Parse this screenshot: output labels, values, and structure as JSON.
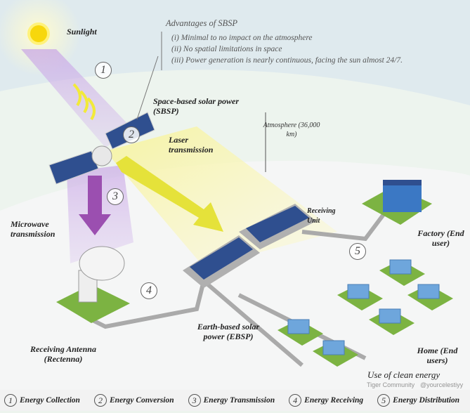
{
  "labels": {
    "sunlight": "Sunlight",
    "sbsp": "Space-based solar power (SBSP)",
    "laser": "Laser transmission",
    "atmosphere": "Atmosphere (36,000 km)",
    "microwave": "Microwave transmission",
    "receiving_unit": "Receiving Unit",
    "factory": "Factory (End user)",
    "ebsp": "Earth-based solar power (EBSP)",
    "antenna": "Receiving Antenna (Rectenna)",
    "home": "Home (End users)",
    "clean_energy": "Use of clean energy"
  },
  "advantages": {
    "title": "Advantages of SBSP",
    "items": [
      "(i) Minimal to no impact on the atmosphere",
      "(ii) No spatial limitations in space",
      "(iii) Power generation is nearly continuous, facing the sun almost 24/7."
    ]
  },
  "steps": [
    {
      "num": "1",
      "label": "Energy Collection"
    },
    {
      "num": "2",
      "label": "Energy Conversion"
    },
    {
      "num": "3",
      "label": "Energy Transmission"
    },
    {
      "num": "4",
      "label": "Energy Receiving"
    },
    {
      "num": "5",
      "label": "Energy Distribution"
    }
  ],
  "watermark": {
    "name": "Tiger Community",
    "handle": "@yourcelestiyy"
  },
  "colors": {
    "sky": "#dfeaee",
    "ground": "#f4f6f6",
    "grass": "#7cb342",
    "panel": "#2f4f8f",
    "beam_purple": "#b48fd6",
    "beam_yellow": "#f5f08a",
    "arrow_purple": "#9b4fb0",
    "arrow_yellow": "#e5e23a"
  }
}
